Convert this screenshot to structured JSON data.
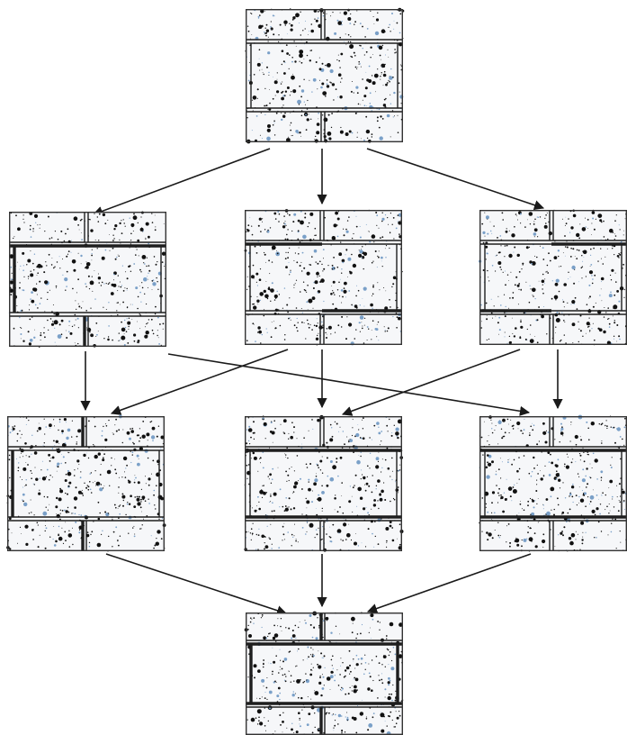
{
  "diagram": {
    "nodes": [
      {
        "id": "top",
        "rank": 0,
        "bold_joints": []
      },
      {
        "id": "m1",
        "rank": 1,
        "bold_joints": [
          "left",
          "top-mortar",
          "bottom-vert"
        ]
      },
      {
        "id": "m2",
        "rank": 1,
        "bold_joints": [
          "top-mortar-left",
          "bottom-mortar-right"
        ]
      },
      {
        "id": "m3",
        "rank": 1,
        "bold_joints": [
          "top-mortar-right",
          "bottom-mortar-left"
        ]
      },
      {
        "id": "l1",
        "rank": 2,
        "bold_joints": [
          "left",
          "top-vert",
          "bottom-vert"
        ]
      },
      {
        "id": "l2",
        "rank": 2,
        "bold_joints": [
          "top-mortar",
          "bottom-mortar"
        ]
      },
      {
        "id": "l3",
        "rank": 2,
        "bold_joints": [
          "top-mortar",
          "bottom-mortar"
        ]
      },
      {
        "id": "bot",
        "rank": 3,
        "bold_joints": [
          "all"
        ]
      }
    ],
    "edges": [
      [
        "top",
        "m1"
      ],
      [
        "top",
        "m2"
      ],
      [
        "top",
        "m3"
      ],
      [
        "m1",
        "l1"
      ],
      [
        "m1",
        "l3"
      ],
      [
        "m2",
        "l1"
      ],
      [
        "m2",
        "l2"
      ],
      [
        "m3",
        "l2"
      ],
      [
        "m3",
        "l3"
      ],
      [
        "l1",
        "bot"
      ],
      [
        "l2",
        "bot"
      ],
      [
        "l3",
        "bot"
      ]
    ],
    "texture": {
      "speck_color": "#111111",
      "accent_color": "#7aa0c8",
      "ground_color": "#f6f7f9"
    }
  }
}
